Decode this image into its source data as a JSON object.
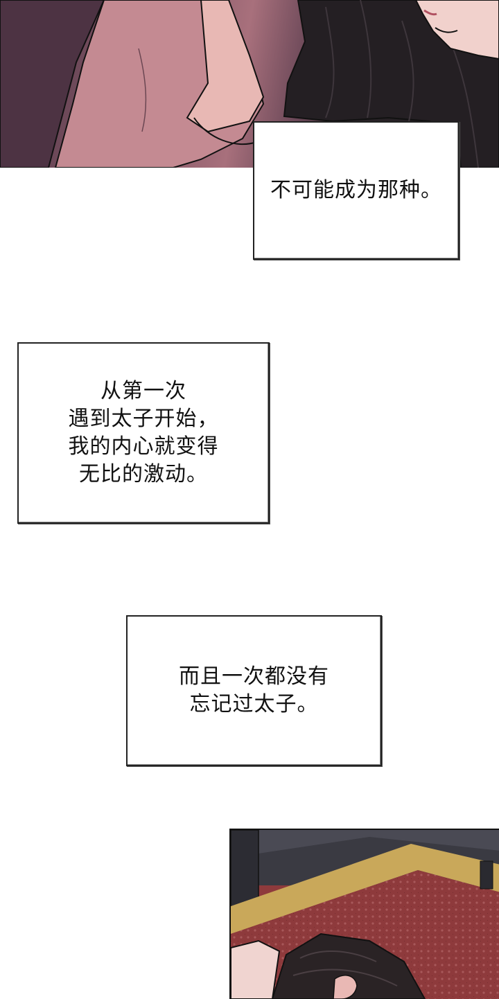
{
  "captions": {
    "first": "不可能成为那种。",
    "second": "从第一次\n遇到太子开始，\n我的内心就变得\n无比的激动。",
    "third": "而且一次都没有\n忘记过太子。"
  },
  "colors": {
    "background": "#ffffff",
    "caption_border": "#222222",
    "carpet": "#8e3a3c",
    "carpet_trim": "#c9a85a",
    "hair": "#1e1b1e",
    "skin": "#e8b8b4"
  }
}
